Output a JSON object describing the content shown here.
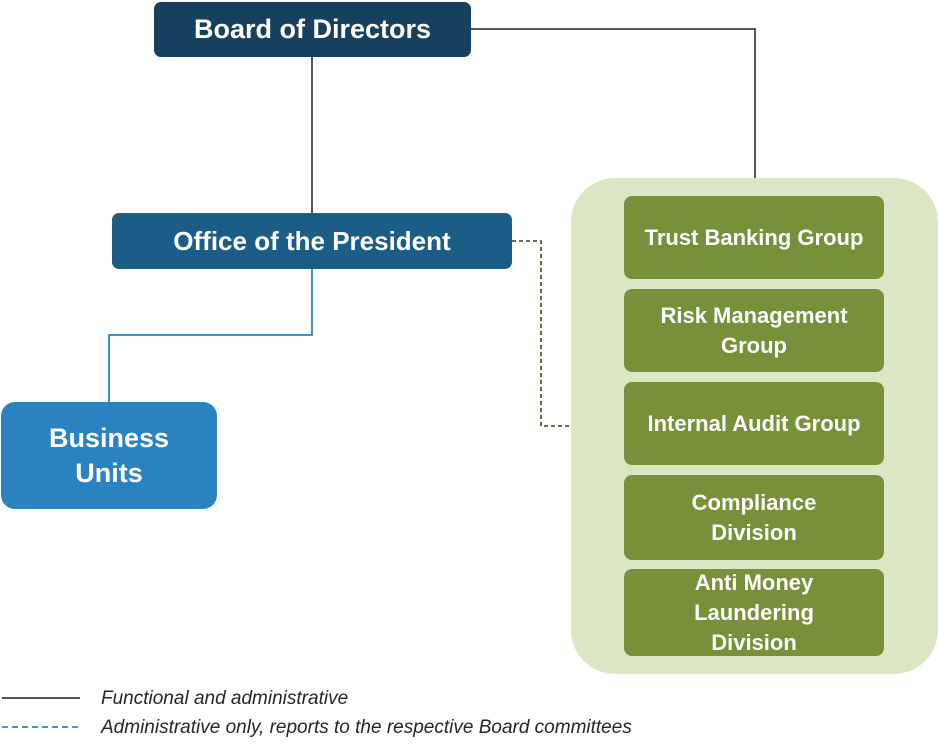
{
  "diagram": {
    "board": "Board of Directors",
    "president": "Office of the President",
    "business_units": "Business\nUnits",
    "groups": [
      "Trust Banking Group",
      "Risk Management\nGroup",
      "Internal Audit Group",
      "Compliance\nDivision",
      "Anti Money\nLaundering\nDivision"
    ]
  },
  "legend": {
    "functional": "Functional and administrative",
    "administrative": "Administrative only, reports to the respective Board committees"
  },
  "colors": {
    "board": "#17405e",
    "president": "#1c5d87",
    "business_units": "#2a82c1",
    "group_box": "#77913a",
    "group_panel": "#dbe6c5",
    "functional_line": "#1f1f1f",
    "admin_line": "#2a82c1",
    "dotted_line": "#4f5a2e"
  }
}
